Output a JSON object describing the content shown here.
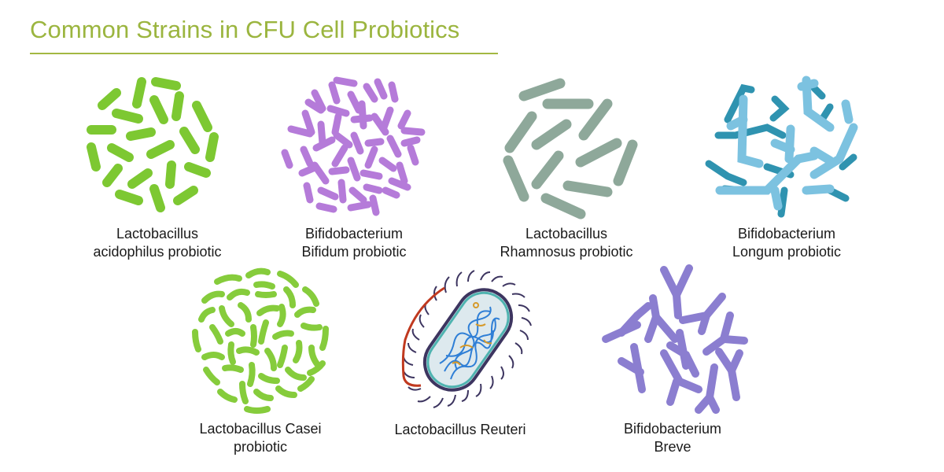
{
  "header": {
    "title": "Common Strains in CFU Cell Probiotics",
    "title_color": "#9bb53f",
    "underline_color": "#a3b842"
  },
  "strains": [
    {
      "name": "Lactobacillus acidophilus probiotic",
      "line1": "Lactobacillus",
      "line2": "acidophilus probiotic",
      "icon": "rod-bacteria-cluster-icon",
      "color": "#7dc832"
    },
    {
      "name": "Bifidobacterium Bifidum probiotic",
      "line1": "Bifidobacterium",
      "line2": "Bifidum probiotic",
      "icon": "branched-bacteria-cluster-icon",
      "color": "#b274d8"
    },
    {
      "name": "Lactobacillus Rhamnosus probiotic",
      "line1": "Lactobacillus",
      "line2": "Rhamnosus probiotic",
      "icon": "rod-bacteria-cluster-icon",
      "color": "#8ea89a"
    },
    {
      "name": "Bifidobacterium Longum probiotic",
      "line1": "Bifidobacterium",
      "line2": "Longum probiotic",
      "icon": "branching-bacteria-cluster-icon",
      "color": "#3aa0bf"
    },
    {
      "name": "Lactobacillus Casei probiotic",
      "line1": "Lactobacillus Casei",
      "line2": "probiotic",
      "icon": "curved-rod-bacteria-cluster-icon",
      "color": "#86cc3c"
    },
    {
      "name": "Lactobacillus Reuteri",
      "line1": "Lactobacillus Reuteri",
      "line2": "",
      "icon": "bacterium-cell-cross-section-icon",
      "color": "#3a7fd0"
    },
    {
      "name": "Bifidobacterium Breve",
      "line1": "Bifidobacterium",
      "line2": "Breve",
      "icon": "y-shaped-bacteria-cluster-icon",
      "color": "#8b7ed0"
    }
  ]
}
